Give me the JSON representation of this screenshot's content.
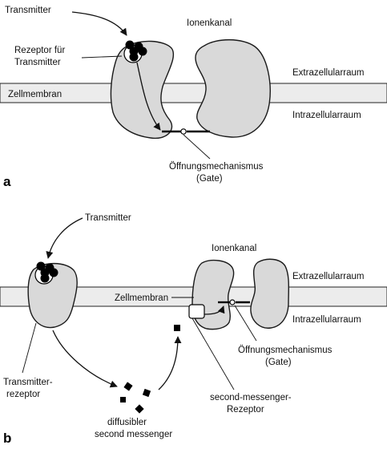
{
  "panel_a": {
    "letter": "a",
    "transmitter": "Transmitter",
    "ion_channel": "Ionenkanal",
    "receptor_line1": "Rezeptor für",
    "receptor_line2": "Transmitter",
    "cell_membrane": "Zellmembran",
    "extracellular": "Extrazellularraum",
    "intracellular": "Intrazellularraum",
    "gate_line1": "Öffnungsmechanismus",
    "gate_line2": "(Gate)"
  },
  "panel_b": {
    "letter": "b",
    "transmitter": "Transmitter",
    "ion_channel": "Ionenkanal",
    "cell_membrane": "Zellmembran",
    "extracellular": "Extrazellularraum",
    "intracellular": "Intrazellularraum",
    "gate_line1": "Öffnungsmechanismus",
    "gate_line2": "(Gate)",
    "transmitter_receptor_line1": "Transmitter-",
    "transmitter_receptor_line2": "rezeptor",
    "second_messenger_receptor_line1": "second-messenger-",
    "second_messenger_receptor_line2": "Rezeptor",
    "diffusible_line1": "diffusibler",
    "diffusible_line2": "second messenger"
  }
}
